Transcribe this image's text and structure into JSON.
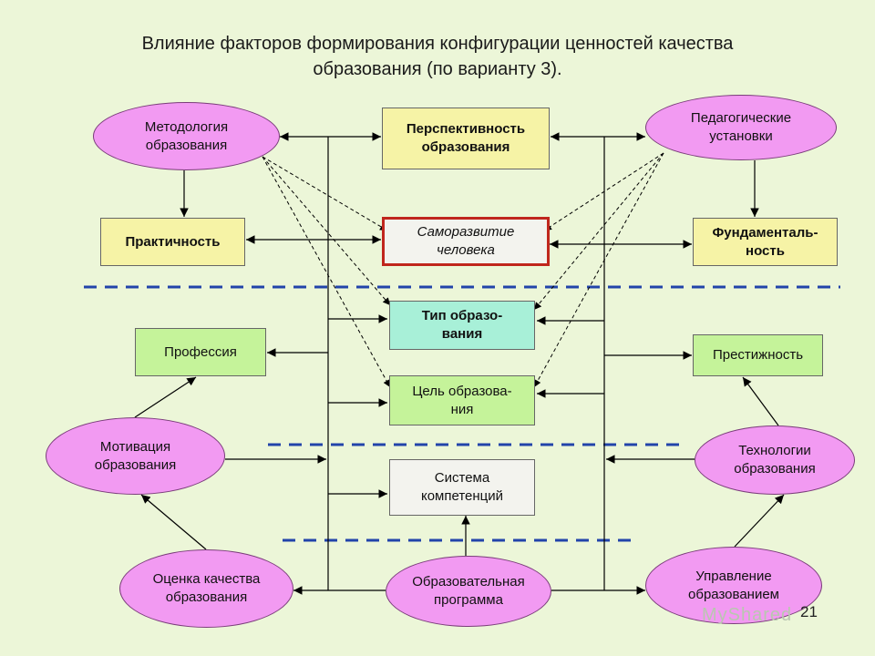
{
  "title": {
    "line1": "Влияние факторов формирования конфигурации ценностей качества",
    "line2": "образования (по варианту 3)."
  },
  "nodes": {
    "metodologiya": [
      "Методология",
      "образования"
    ],
    "perspektivnost": [
      "Перспективность",
      "образования"
    ],
    "pedagog": [
      "Педагогические",
      "установки"
    ],
    "praktichnost": [
      "Практичность"
    ],
    "samorazvitie": [
      "Саморазвитие",
      "человека"
    ],
    "fundamental": [
      "Фундаменталь-",
      "ность"
    ],
    "tip": [
      "Тип образо-",
      "вания"
    ],
    "professiya": [
      "Профессия"
    ],
    "prestizh": [
      "Престижность"
    ],
    "cel": [
      "Цель образова-",
      "ния"
    ],
    "motivaciya": [
      "Мотивация",
      "образования"
    ],
    "tehnologii": [
      "Технологии",
      "образования"
    ],
    "sistema": [
      "Система",
      "компетенций"
    ],
    "ocenka": [
      "Оценка качества",
      "образования"
    ],
    "programma": [
      "Образовательная",
      "программа"
    ],
    "upravlenie": [
      "Управление",
      "образованием"
    ]
  },
  "page_number": "21",
  "watermark": "MyShared",
  "colors": {
    "background": "#ecf6d8",
    "ellipse": "#f29af2",
    "yellow_box": "#f6f3a6",
    "green_box": "#c5f39a",
    "teal_box": "#a8f0d8",
    "dashed_separator": "#2244aa",
    "highlight_border": "#c0261d"
  }
}
